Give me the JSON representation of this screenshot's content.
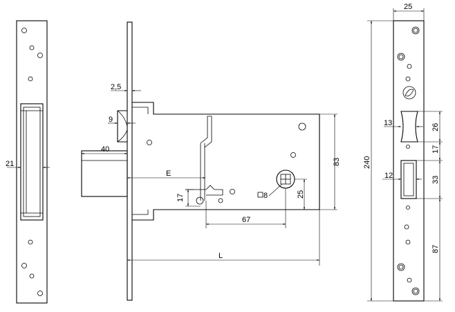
{
  "dimensions": {
    "d_2_5": "2,5",
    "d_9": "9",
    "d_40": "40",
    "d_21": "21",
    "d_e": "E",
    "d_17_left": "17",
    "d_67": "67",
    "d_8": "8",
    "d_25_mid": "25",
    "d_83": "83",
    "d_l": "L",
    "d_25_top": "25",
    "d_240": "240",
    "d_13": "13",
    "d_26": "26",
    "d_17_right": "17",
    "d_12": "12",
    "d_33": "33",
    "d_87": "87"
  }
}
